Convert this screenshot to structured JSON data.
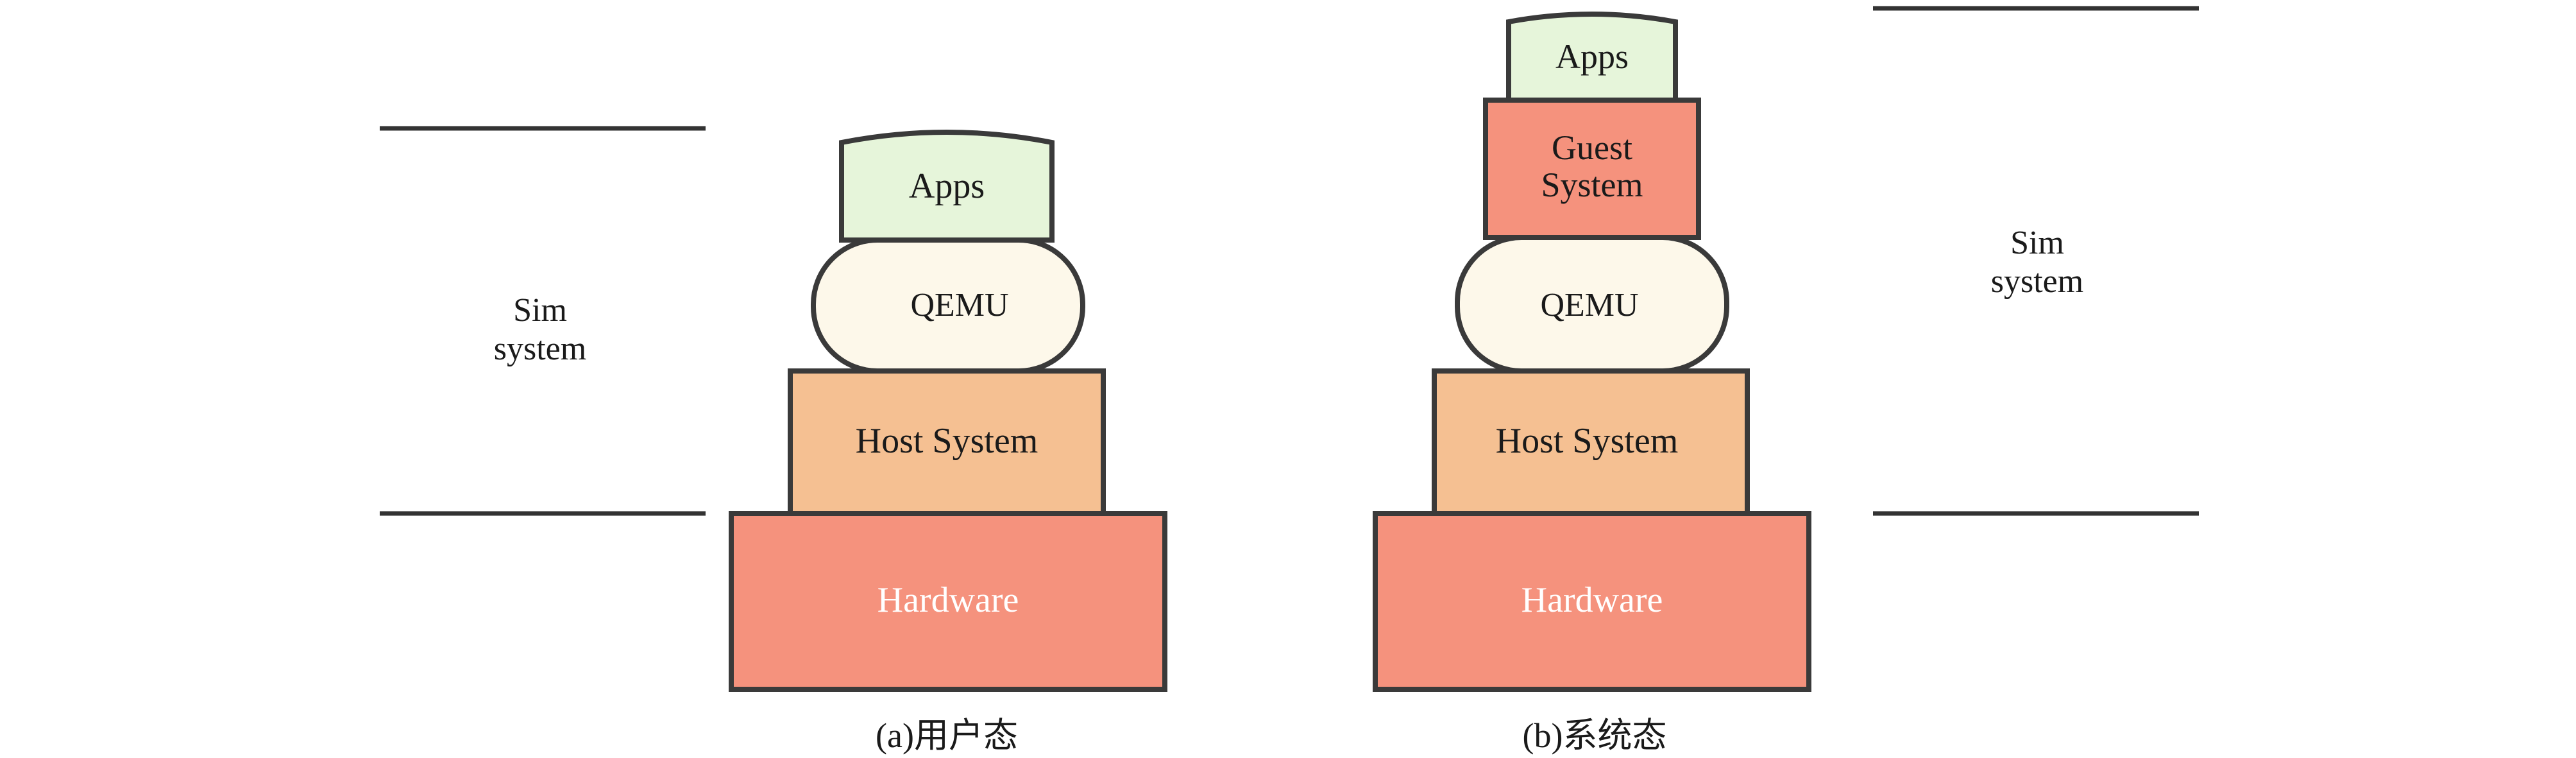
{
  "colors": {
    "apps": "#e6f5da",
    "guest_system": "#f5927d",
    "qemu": "#fdf8ea",
    "host_system": "#f5c092",
    "hardware": "#f5927d",
    "stroke": "#3a3a3a"
  },
  "left_panel": {
    "side_label_line1": "Sim",
    "side_label_line2": "system",
    "apps": "Apps",
    "qemu": "QEMU",
    "host_system": "Host System",
    "hardware": "Hardware",
    "caption": "(a)用户态"
  },
  "right_panel": {
    "side_label_line1": "Sim",
    "side_label_line2": "system",
    "apps": "Apps",
    "guest_line1": "Guest",
    "guest_line2": "System",
    "qemu": "QEMU",
    "host_system": "Host System",
    "hardware": "Hardware",
    "caption": "(b)系统态"
  }
}
